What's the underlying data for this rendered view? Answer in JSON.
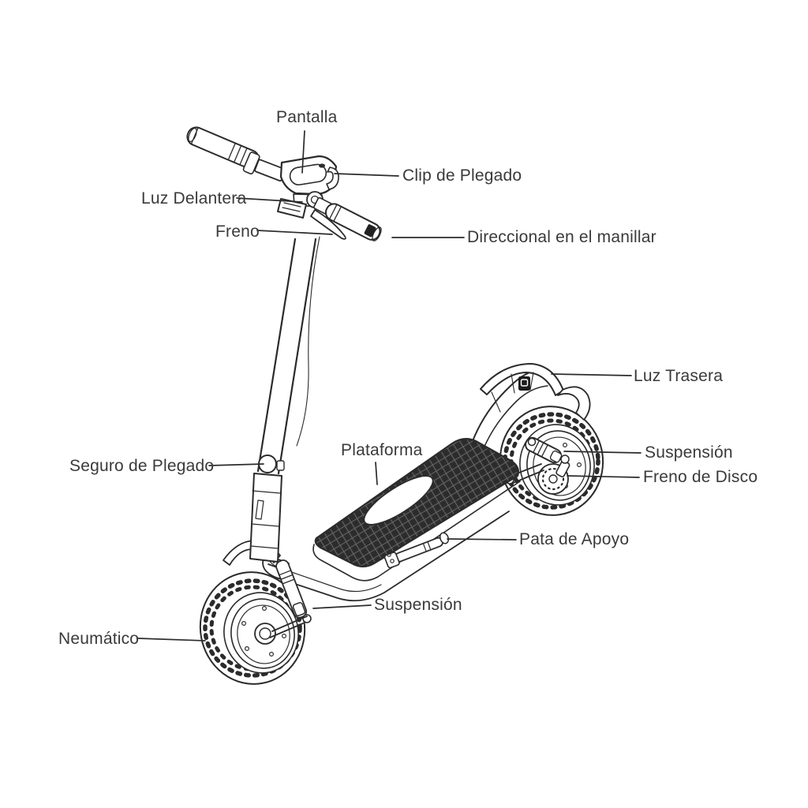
{
  "colors": {
    "background": "#ffffff",
    "line": "#2b2b2b",
    "text": "#3a3a3a",
    "deck_fill": "#2e2e2e",
    "deck_weave": "#666666"
  },
  "diagram": {
    "labels": {
      "pantalla": "Pantalla",
      "clip_de_plegado": "Clip de Plegado",
      "luz_delantera": "Luz Delantera",
      "freno": "Freno",
      "direccional": "Direccional en el manillar",
      "luz_trasera": "Luz Trasera",
      "suspension_trasera": "Suspensión",
      "freno_de_disco": "Freno de Disco",
      "plataforma": "Plataforma",
      "seguro_de_plegado": "Seguro de Plegado",
      "pata_de_apoyo": "Pata de Apoyo",
      "suspension_delantera": "Suspensión",
      "neumatico": "Neumático"
    }
  }
}
